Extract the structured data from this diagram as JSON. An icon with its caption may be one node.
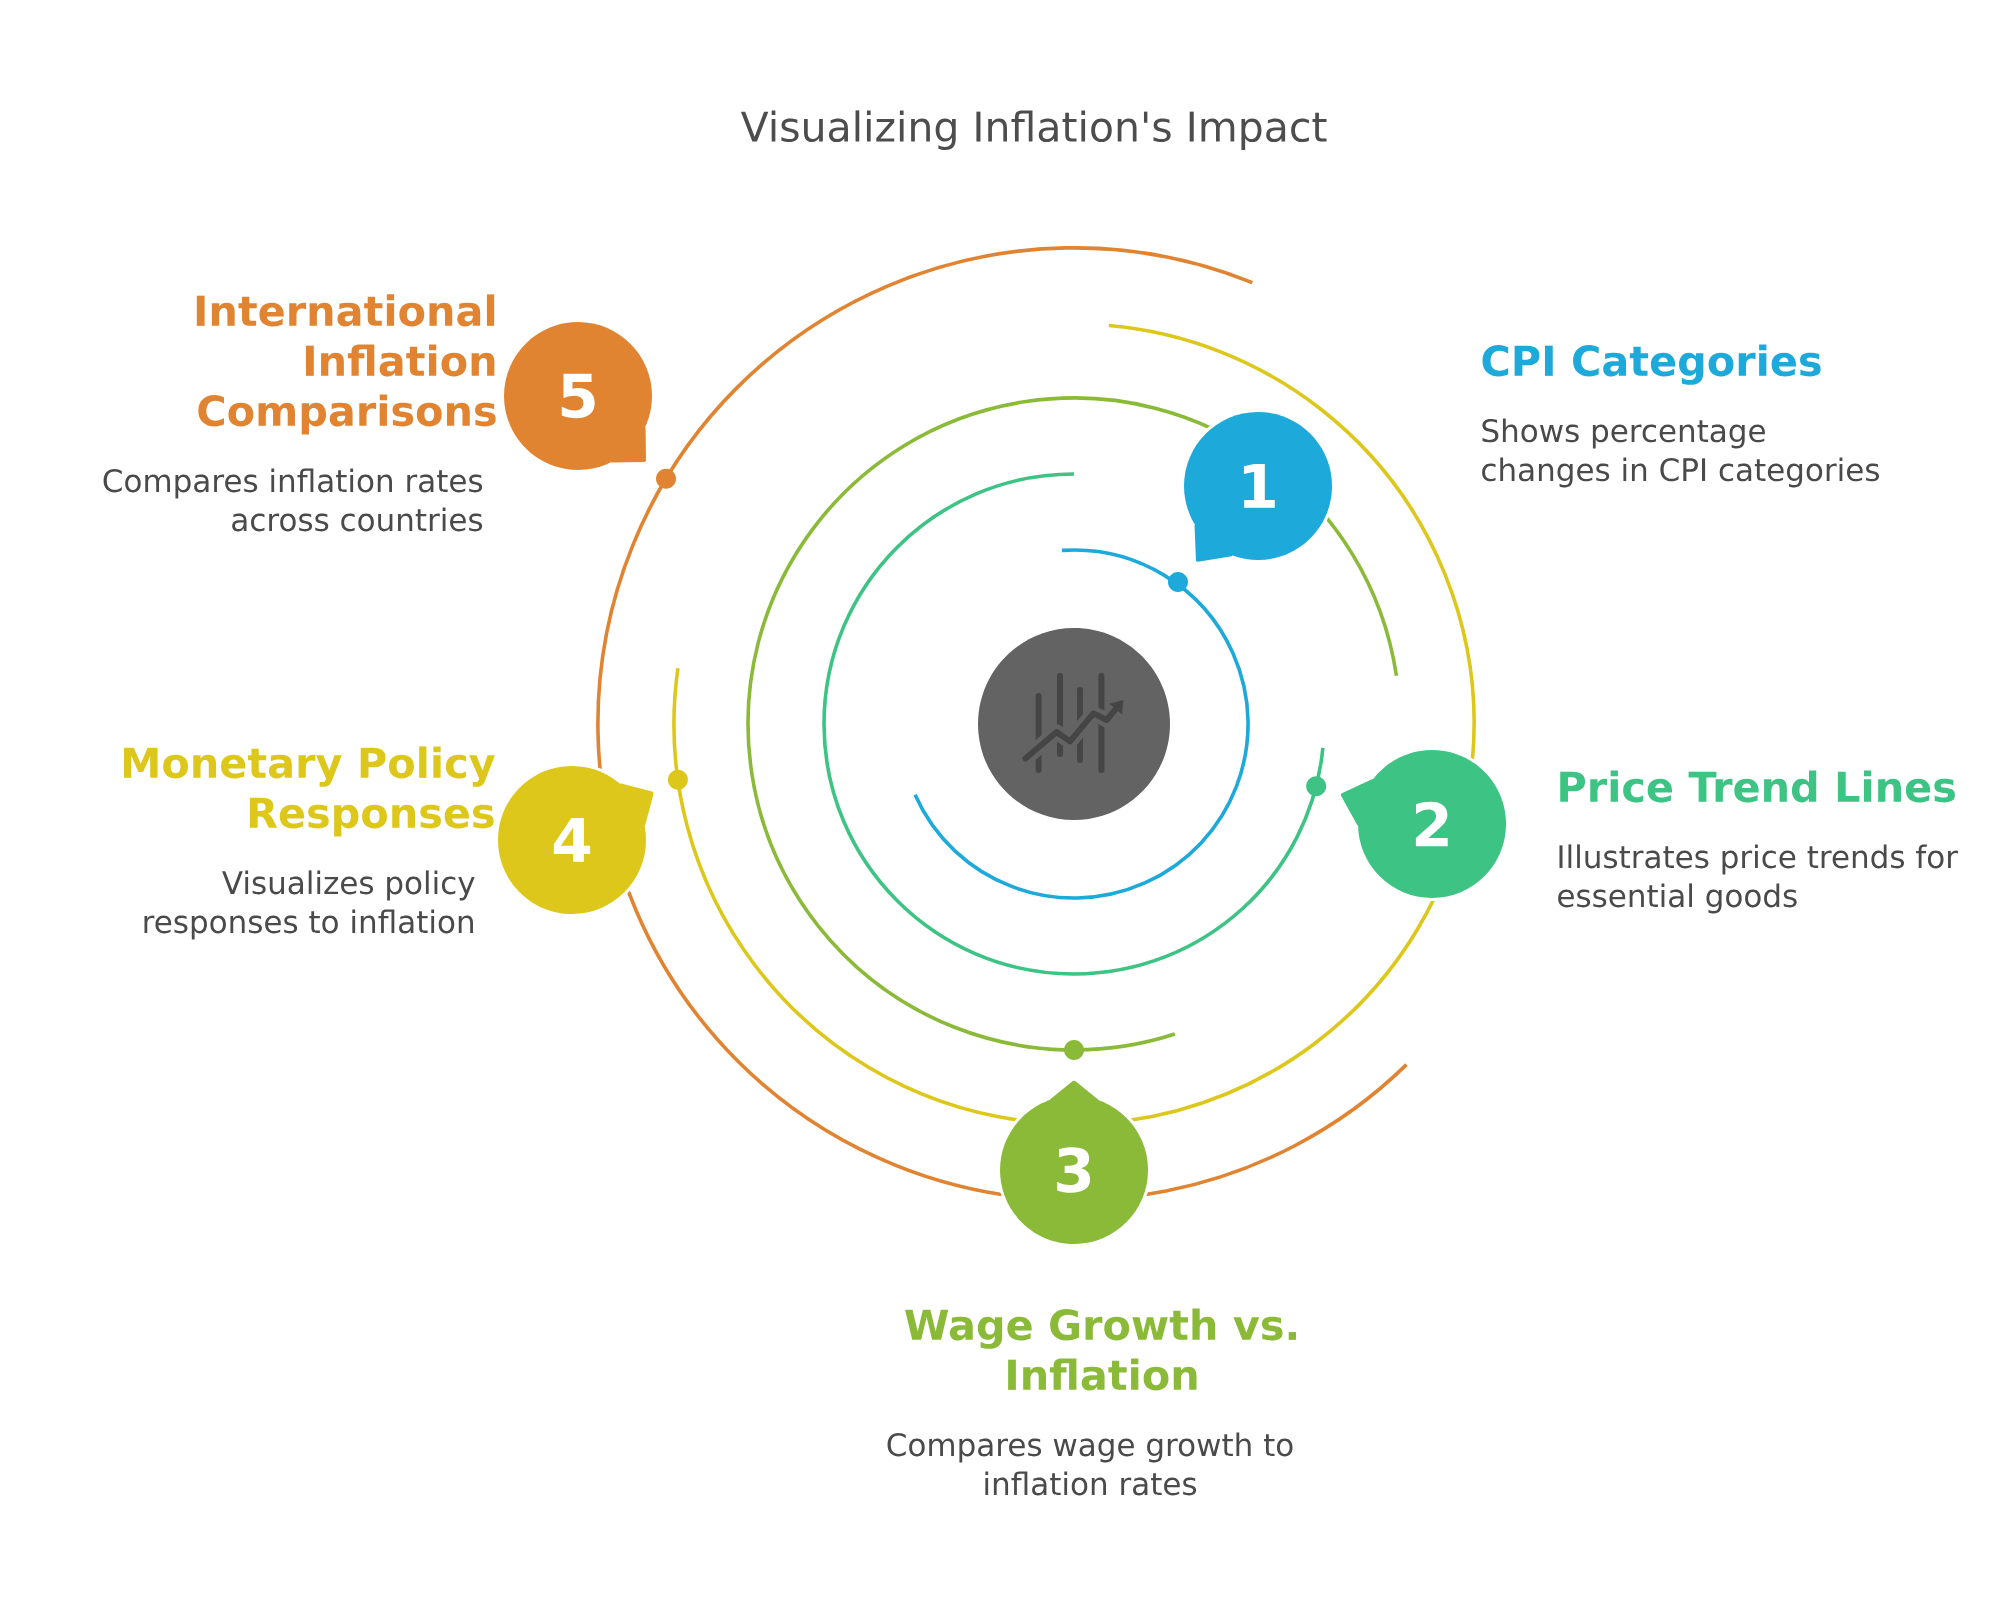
{
  "diagram": {
    "title": "Visualizing Inflation's Impact",
    "nodes": [
      {
        "text": [
          "1"
        ],
        "beside": [
          "CPI Categories",
          "Shows percentage changes in CPI categories"
        ]
      },
      {
        "text": [
          "2"
        ],
        "beside": [
          "Price Trend Lines",
          "Illustrates price trends for essential goods"
        ]
      },
      {
        "text": [
          "3"
        ],
        "beside": [
          "Wage Growth vs. Inflation",
          "Compares wage growth to inflation rates"
        ]
      },
      {
        "text": [
          "4"
        ],
        "beside": [
          "Monetary Policy Responses",
          "Visualizes policy responses to inflation"
        ]
      },
      {
        "text": [
          "5"
        ],
        "beside": [
          "International Inflation Comparisons",
          "Compares inflation rates across countries"
        ]
      },
      {
        "text": [],
        "shape": "circle"
      }
    ]
  }
}
